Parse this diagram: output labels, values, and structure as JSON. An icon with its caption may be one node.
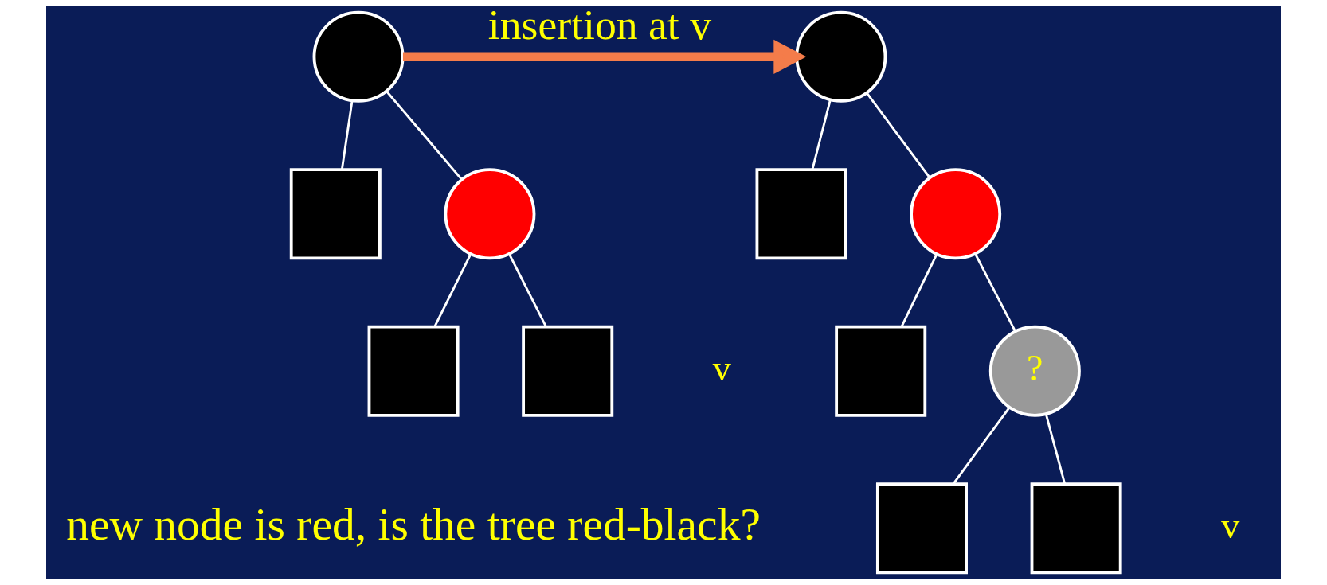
{
  "diagram": {
    "nodes": [
      {
        "text": [],
        "shape": "circle"
      },
      {
        "text": [],
        "shape": "box"
      },
      {
        "text": [],
        "shape": "circle"
      },
      {
        "text": [],
        "shape": "box"
      },
      {
        "text": [],
        "shape": "box",
        "beside": [
          "v"
        ]
      },
      {
        "text": [],
        "shape": "circle"
      },
      {
        "text": [],
        "shape": "box"
      },
      {
        "text": [],
        "shape": "circle"
      },
      {
        "text": [],
        "shape": "box"
      },
      {
        "text": [
          "?"
        ]
      },
      {
        "text": [],
        "shape": "box"
      },
      {
        "text": [],
        "shape": "box",
        "beside": [
          "v"
        ]
      }
    ],
    "edges": [
      {
        "from": 0,
        "to": 1,
        "arrow": "none"
      },
      {
        "from": 0,
        "to": 2,
        "arrow": "none"
      },
      {
        "from": 2,
        "to": 3,
        "arrow": "none"
      },
      {
        "from": 2,
        "to": 4,
        "arrow": "none"
      },
      {
        "from": 0,
        "to": 5,
        "arrow": "to",
        "label": "insertion at v",
        "style": "thick",
        "color": "#f47c4a"
      },
      {
        "from": 5,
        "to": 6,
        "arrow": "none"
      },
      {
        "from": 5,
        "to": 7,
        "arrow": "none"
      },
      {
        "from": 7,
        "to": 8,
        "arrow": "none"
      },
      {
        "from": 7,
        "to": 9,
        "arrow": "none"
      },
      {
        "from": 9,
        "to": 10,
        "arrow": "none"
      },
      {
        "from": 9,
        "to": 11,
        "arrow": "none"
      }
    ],
    "labels": [
      "new node is red, is the tree red-black?"
    ]
  }
}
